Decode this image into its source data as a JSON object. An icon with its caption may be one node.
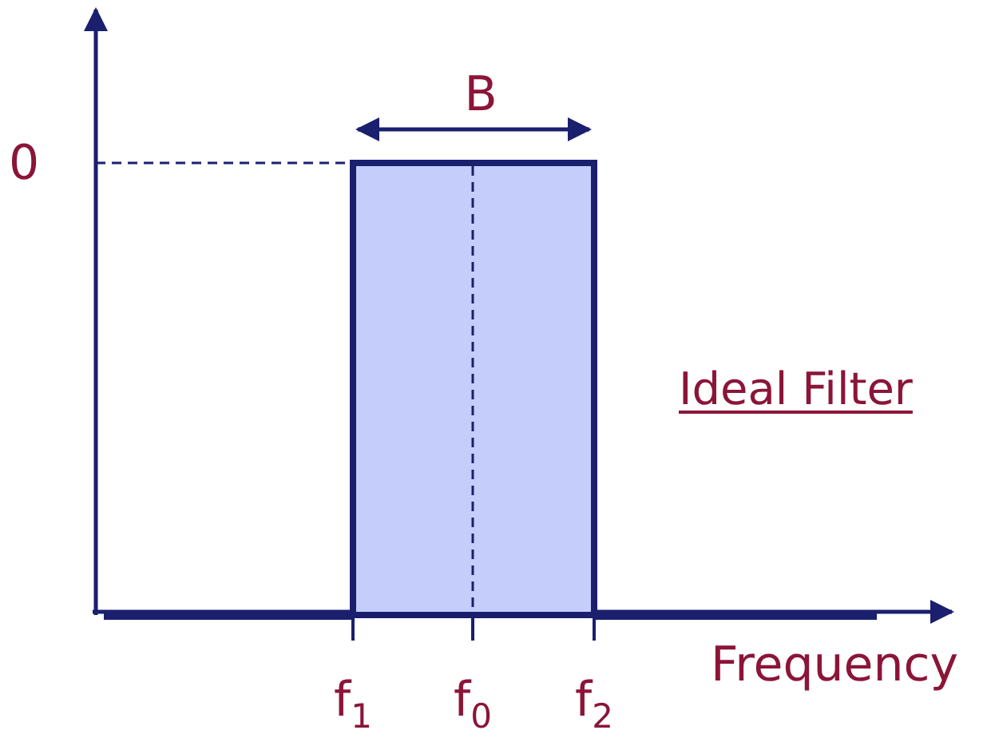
{
  "diagram": {
    "labels": [
      "B",
      "0",
      "Ideal Filter",
      "Frequency",
      "f$_{1}$",
      "f$_{0}$",
      "f$_{2}$"
    ]
  }
}
